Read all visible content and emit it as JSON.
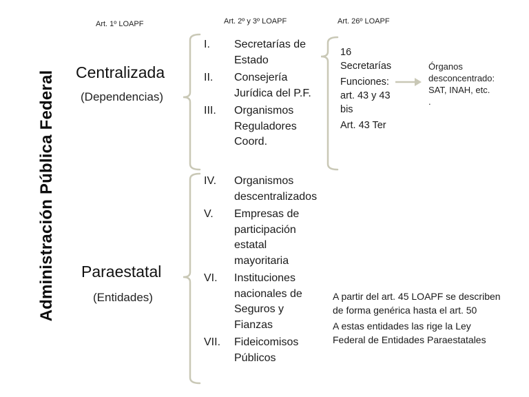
{
  "headers": {
    "art1": "Art. 1º LOAPF",
    "art2_3": "Art. 2º y 3º LOAPF",
    "art26": "Art. 26º LOAPF"
  },
  "vertical_title": "Administración Pública Federal",
  "centralizada": {
    "title": "Centralizada",
    "subtitle": "(Dependencias)",
    "items": [
      {
        "num": "I.",
        "text": "Secretarías de Estado"
      },
      {
        "num": "II.",
        "text": "Consejería Jurídica del P.F."
      },
      {
        "num": "III.",
        "text": "Organismos Reguladores Coord."
      }
    ],
    "details": {
      "count": "16 Secretarías",
      "funciones": "Funciones: art. 43 y 43 bis",
      "ter": "Art. 43 Ter"
    },
    "organos": {
      "line1": "Órganos",
      "line2": "desconcentrado:",
      "line3": "SAT, INAH, etc.",
      "line4": "."
    }
  },
  "paraestatal": {
    "title": "Paraestatal",
    "subtitle": "(Entidades)",
    "items": [
      {
        "num": "IV.",
        "text": "Organismos descentralizados"
      },
      {
        "num": "V.",
        "text": "Empresas de participación estatal mayoritaria"
      },
      {
        "num": "VI.",
        "text": "Instituciones nacionales de Seguros y Fianzas"
      },
      {
        "num": "VII.",
        "text": "Fideicomisos Públicos"
      }
    ],
    "notes": {
      "note1": "A partir del art. 45 LOAPF se describen de forma genérica hasta el art. 50",
      "note2": "A estas entidades las rige la Ley Federal de Entidades Paraestatales"
    }
  },
  "colors": {
    "bracket": "#c9c8b6",
    "arrow": "#c9c8b6",
    "text": "#111111"
  }
}
